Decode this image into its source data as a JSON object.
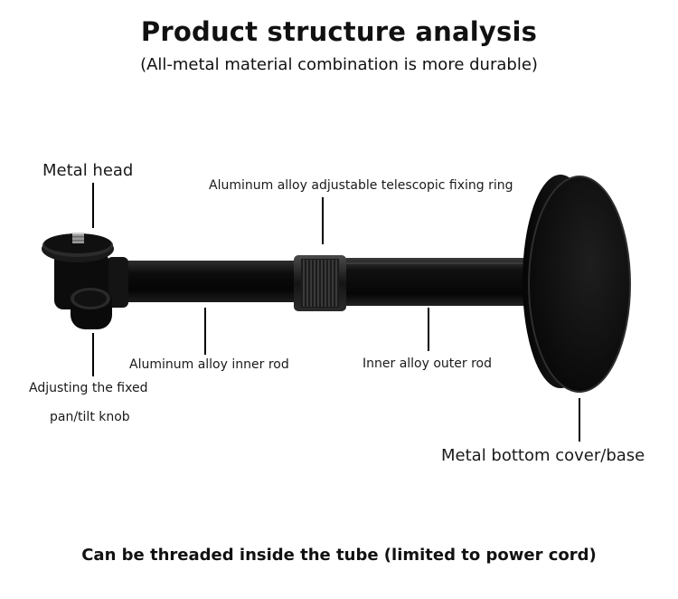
{
  "title": "Product structure analysis",
  "subtitle": "(All-metal material combination is more durable)",
  "labels": {
    "metal_head": "Metal head",
    "fixing_ring": "Aluminum alloy adjustable telescopic fixing ring",
    "inner_rod": "Aluminum alloy inner rod",
    "outer_rod": "Inner alloy outer rod",
    "knob_line1": "Adjusting the fixed",
    "knob_line2": "pan/tilt knob",
    "base": "Metal bottom cover/base"
  },
  "footer": "Can be threaded inside the tube (limited to power cord)",
  "colors": {
    "metal": "#111111",
    "highlight": "#3a3a3a",
    "leader_line": "#000000"
  }
}
